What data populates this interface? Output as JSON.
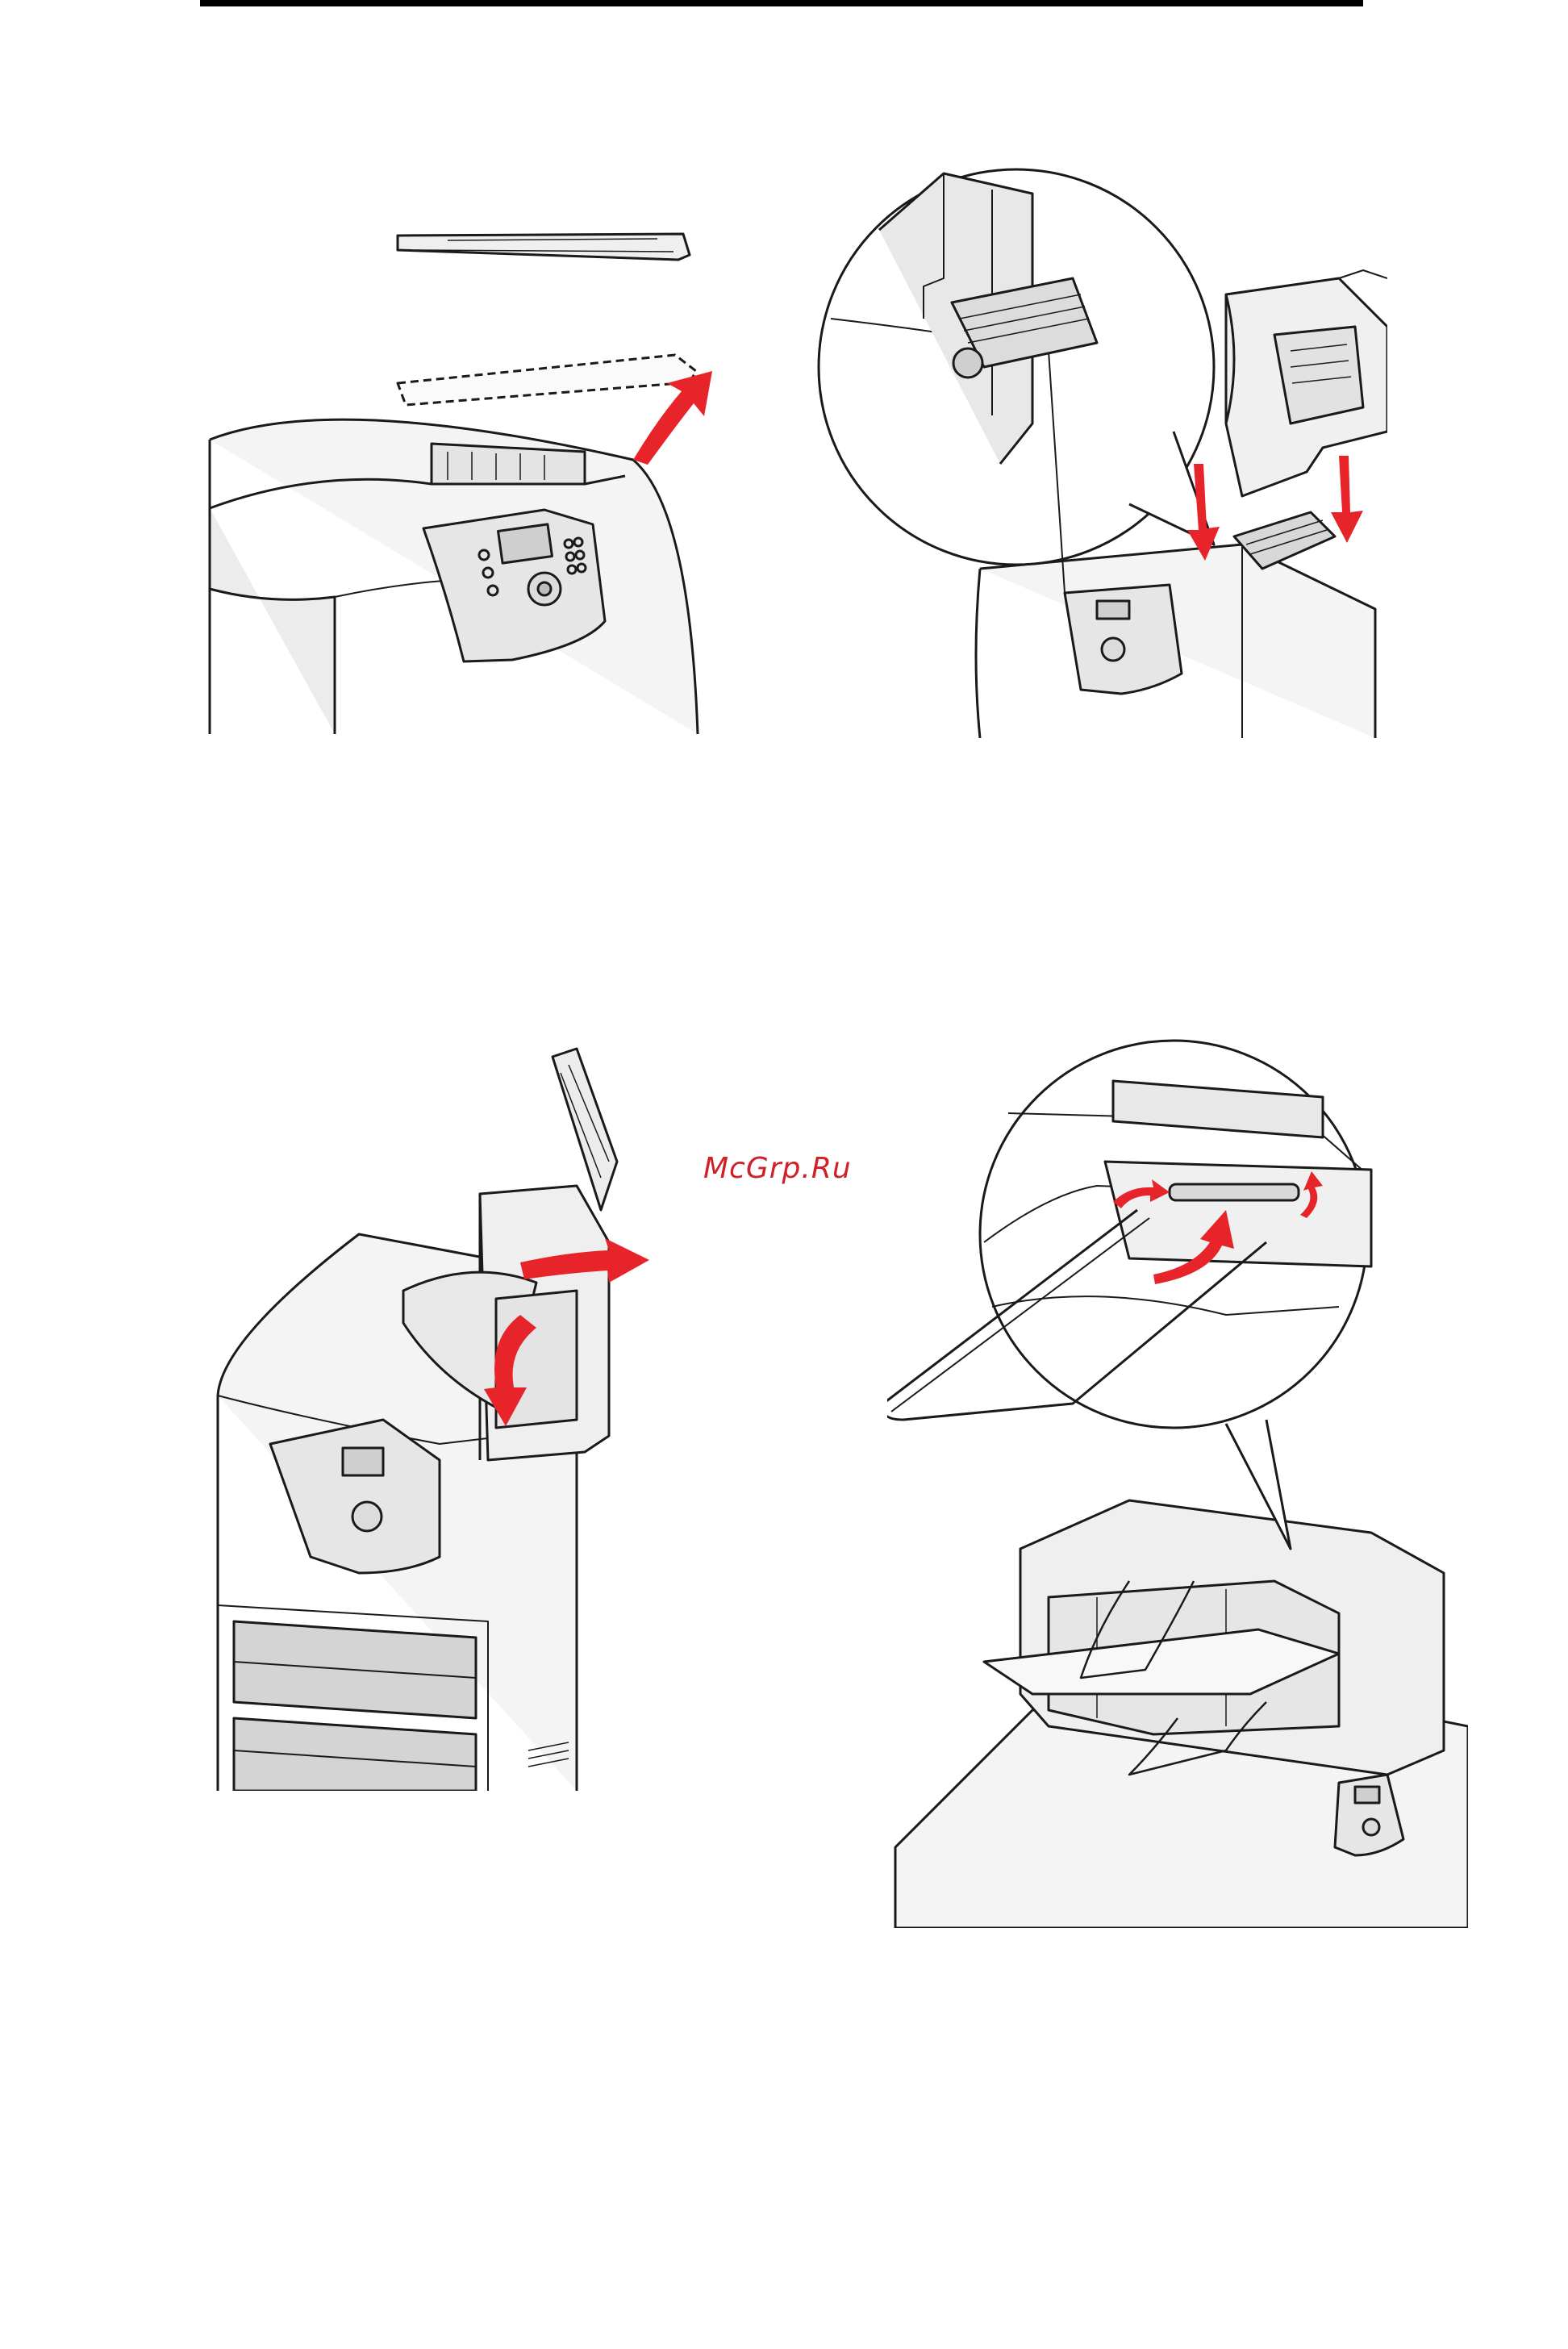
{
  "watermark": {
    "text": "McGrp.Ru"
  },
  "figures": [
    {
      "id": "remove-top-cover",
      "arrow": "lift-up"
    },
    {
      "id": "install-output-expander",
      "arrow": "lower-down"
    },
    {
      "id": "open-expander-cover",
      "arrow": "flip-open"
    },
    {
      "id": "attach-paper-bail",
      "arrow": "insert-wire"
    }
  ],
  "colors": {
    "arrow": "#e8242b",
    "line": "#1a1a1a",
    "fill": "#f2f2f2",
    "shade": "#d9d9d9"
  }
}
